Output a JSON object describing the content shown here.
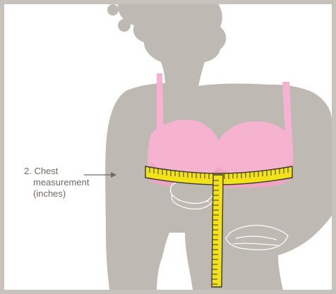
{
  "caption": {
    "line1": "2. Chest",
    "line2": "measurement",
    "line3": "(inches)"
  },
  "figure": {
    "subject": "woman-silhouette-in-bra-with-measuring-tape",
    "icon": "pointer-arrow-icon"
  },
  "colors": {
    "frame": "#c8c2bd",
    "silhouette": "#bfb9b4",
    "bra": "#f5b3cf",
    "bra_shadow": "#e99bbd",
    "tape": "#f3e21a",
    "tape_edge": "#3a3a2e",
    "text": "#6e6a66"
  }
}
